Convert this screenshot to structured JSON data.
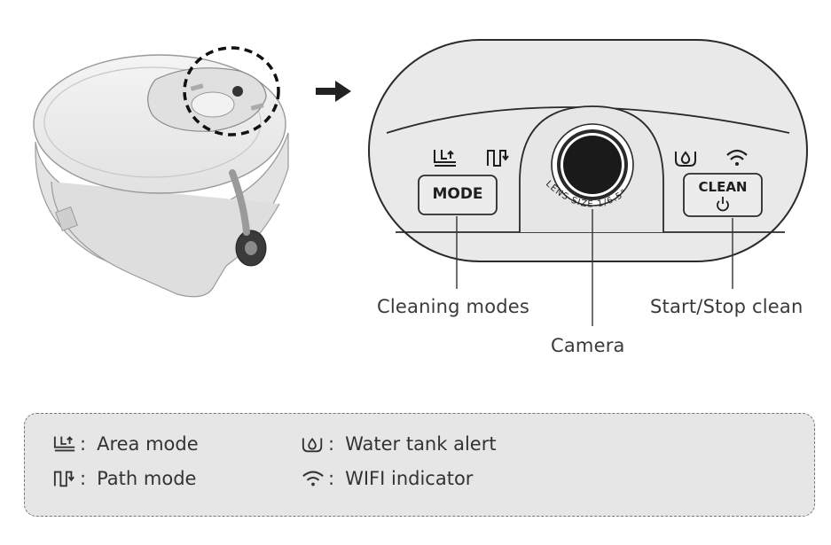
{
  "callouts": {
    "cleaning_modes": "Cleaning modes",
    "camera": "Camera",
    "start_stop": "Start/Stop clean"
  },
  "panel": {
    "mode_button": "MODE",
    "clean_button": "CLEAN",
    "lens_text": "LENS SIZE 1/6.5\""
  },
  "legend": {
    "items": [
      {
        "icon": "area-mode-icon",
        "label": "Area mode"
      },
      {
        "icon": "path-mode-icon",
        "label": "Path mode"
      },
      {
        "icon": "water-tank-icon",
        "label": "Water tank alert"
      },
      {
        "icon": "wifi-icon",
        "label": "WIFI indicator"
      }
    ],
    "separator": ":"
  },
  "colors": {
    "panel_fill": "#e9e9e9",
    "legend_fill": "#e6e6e6",
    "outline": "#2a2a2a"
  }
}
